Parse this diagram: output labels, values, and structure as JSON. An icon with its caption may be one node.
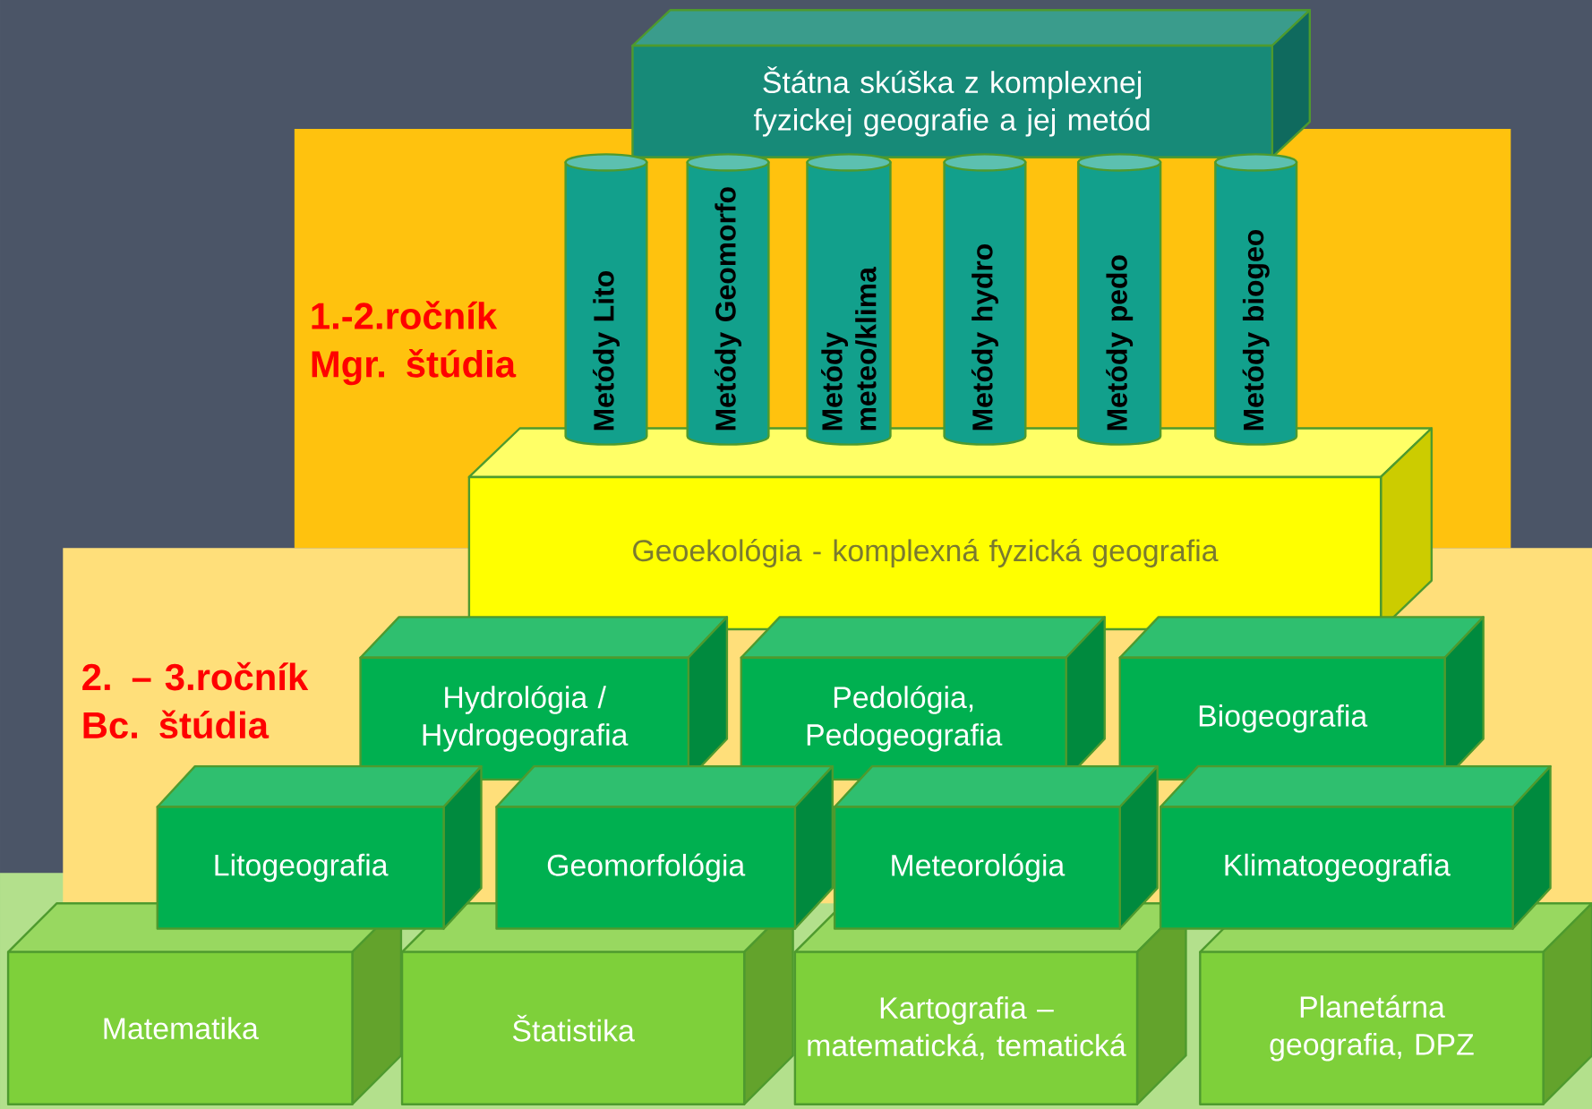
{
  "diagram": {
    "nodes": [
      {
        "text": [
          "Štátna skúška z komplexnej fyzickej geografie a jej metód"
        ]
      },
      {
        "text": [
          "1.-2.ročník Mgr. štúdia"
        ]
      },
      {
        "text": [
          "Metódy Lito"
        ],
        "in": 1
      },
      {
        "text": [
          "Metódy Geomorfo"
        ],
        "in": 1
      },
      {
        "text": [
          "Metódy meteo/klima"
        ],
        "in": 1
      },
      {
        "text": [
          "Metódy hydro"
        ],
        "in": 1
      },
      {
        "text": [
          "Metódy pedo"
        ],
        "in": 1
      },
      {
        "text": [
          "Metódy biogeo"
        ],
        "in": 1
      },
      {
        "text": [
          "2. – 3.ročník Bc. štúdia"
        ]
      },
      {
        "text": [
          "Geoekológia -  komplexná fyzická geografia"
        ]
      },
      {
        "text": [
          "Hydrológia / Hydrogeografia"
        ],
        "in": 8
      },
      {
        "text": [
          "Pedológia, Pedogeografia"
        ],
        "in": 8
      },
      {
        "text": [
          "Biogeografia"
        ],
        "in": 8
      },
      {
        "text": [
          "Litogeografia"
        ]
      },
      {
        "text": [
          "Geomorfológia"
        ]
      },
      {
        "text": [
          "Meteorológia"
        ]
      },
      {
        "text": [
          "Klimatogeografia"
        ]
      },
      {
        "text": [
          "Matematika"
        ]
      },
      {
        "text": [
          "Štatistika"
        ]
      },
      {
        "text": [
          "Kartografia – matematická, tematická"
        ]
      },
      {
        "text": [
          "Planetárna geografia, DPZ"
        ]
      }
    ]
  }
}
